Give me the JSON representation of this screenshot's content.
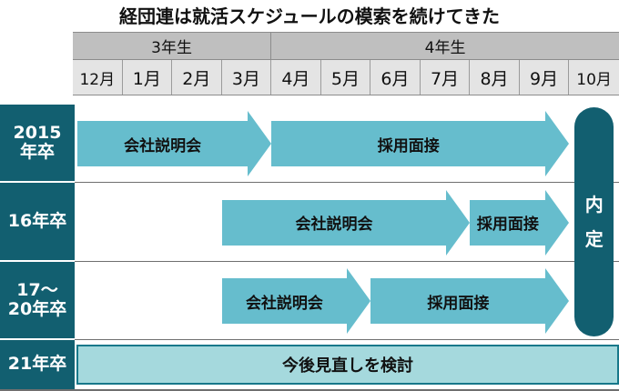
{
  "title": "経団連は就活スケジュールの模索を続けてきた",
  "colors": {
    "dark_teal": "#125f70",
    "arrow_teal": "#66bdcd",
    "light_teal": "#a5d9dd",
    "header_gray": "#bfbfbf",
    "month_gray": "#e4e4e4"
  },
  "header": {
    "grades": [
      {
        "label": "3年生",
        "span": 4
      },
      {
        "label": "4年生",
        "span": 7
      }
    ],
    "months": [
      "12月",
      "1月",
      "2月",
      "3月",
      "4月",
      "5月",
      "6月",
      "7月",
      "8月",
      "9月",
      "10月"
    ]
  },
  "rows": [
    {
      "label": "2015\n年卒",
      "bars": [
        {
          "text": "会社説明会",
          "start_month": "12月",
          "end_month": "3月",
          "kind": "arrow"
        },
        {
          "text": "採用面接",
          "start_month": "4月",
          "end_month": "9月",
          "kind": "arrow"
        }
      ]
    },
    {
      "label": "16年卒",
      "bars": [
        {
          "text": "会社説明会",
          "start_month": "3月",
          "end_month": "7月",
          "kind": "arrow"
        },
        {
          "text": "採用面接",
          "start_month": "8月",
          "end_month": "9月",
          "kind": "arrow"
        }
      ]
    },
    {
      "label": "17〜\n20年卒",
      "bars": [
        {
          "text": "会社説明会",
          "start_month": "3月",
          "end_month": "5月",
          "kind": "arrow"
        },
        {
          "text": "採用面接",
          "start_month": "6月",
          "end_month": "9月",
          "kind": "arrow"
        }
      ]
    },
    {
      "label": "21年卒",
      "bars": [
        {
          "text": "今後見直しを検討",
          "start_month": "12月",
          "end_month": "10月",
          "kind": "bar"
        }
      ]
    }
  ],
  "naitei": {
    "label": "内定",
    "chars": [
      "内",
      "定"
    ],
    "month": "10月",
    "covers_rows": [
      0,
      1,
      2
    ]
  },
  "chart_data": {
    "type": "table",
    "title": "経団連は就活スケジュールの模索を続けてきた",
    "xlabel": "",
    "ylabel": "",
    "categories": [
      "12月",
      "1月",
      "2月",
      "3月",
      "4月",
      "5月",
      "6月",
      "7月",
      "8月",
      "9月",
      "10月"
    ],
    "group_headers": [
      "3年生",
      "4年生"
    ],
    "series": [
      {
        "name": "2015年卒",
        "phases": [
          {
            "label": "会社説明会",
            "from": "12月",
            "to": "3月"
          },
          {
            "label": "採用面接",
            "from": "4月",
            "to": "9月"
          },
          {
            "label": "内定",
            "from": "10月",
            "to": "10月"
          }
        ]
      },
      {
        "name": "16年卒",
        "phases": [
          {
            "label": "会社説明会",
            "from": "3月",
            "to": "7月"
          },
          {
            "label": "採用面接",
            "from": "8月",
            "to": "9月"
          },
          {
            "label": "内定",
            "from": "10月",
            "to": "10月"
          }
        ]
      },
      {
        "name": "17〜20年卒",
        "phases": [
          {
            "label": "会社説明会",
            "from": "3月",
            "to": "5月"
          },
          {
            "label": "採用面接",
            "from": "6月",
            "to": "9月"
          },
          {
            "label": "内定",
            "from": "10月",
            "to": "10月"
          }
        ]
      },
      {
        "name": "21年卒",
        "phases": [
          {
            "label": "今後見直しを検討",
            "from": "12月",
            "to": "10月"
          }
        ]
      }
    ],
    "legend": [],
    "grid": true
  }
}
